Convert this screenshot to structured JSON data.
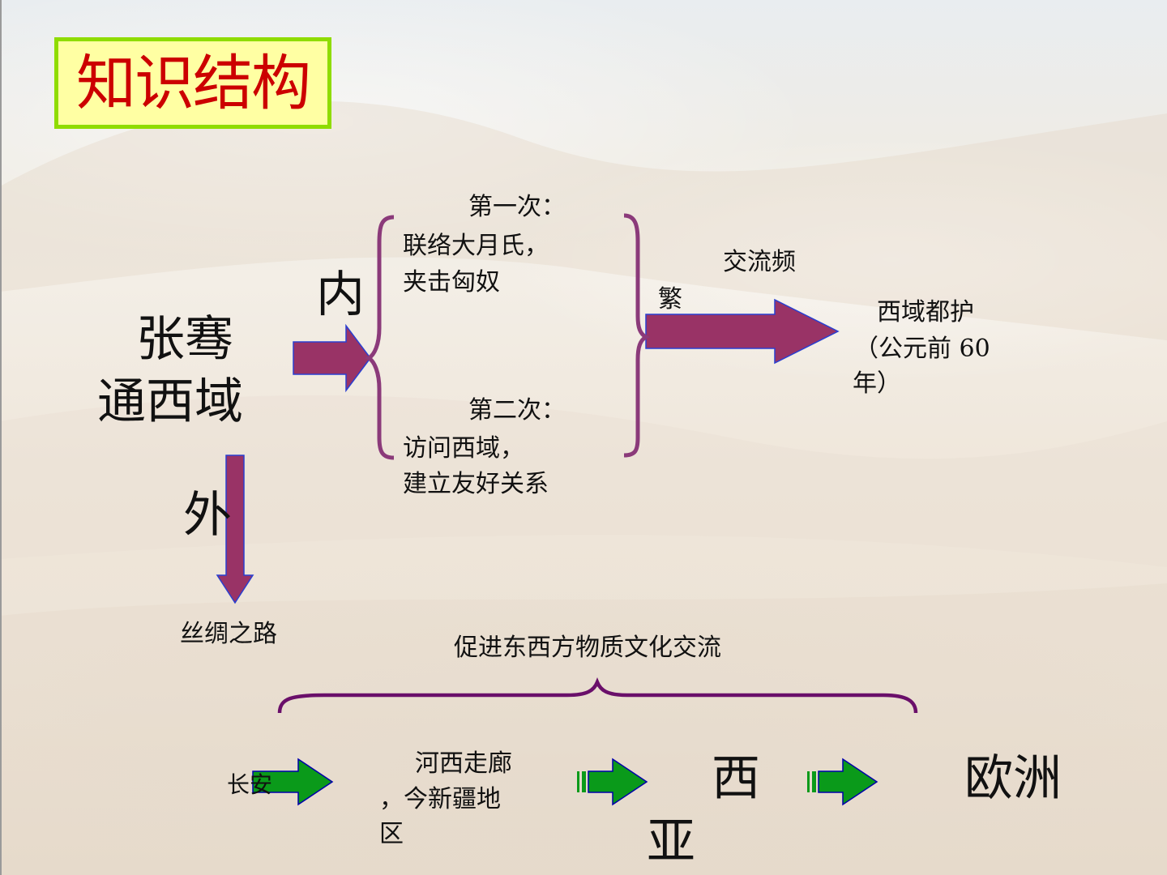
{
  "title": "知识结构",
  "center": {
    "line1": "张骞",
    "line2": "通西域"
  },
  "branches": {
    "inner": "内",
    "outer": "外"
  },
  "first_trip": {
    "label": "第一次：",
    "line1": "联络大月氏，",
    "line2": "夹击匈奴"
  },
  "second_trip": {
    "label": "第二次：",
    "line1": "访问西域，",
    "line2": "建立友好关系"
  },
  "exchange": {
    "line1": "交流频",
    "line2": "繁"
  },
  "protectorate": {
    "line1": "西域都护",
    "line2": "（公元前 60",
    "line3": "年）"
  },
  "silk_road": "丝绸之路",
  "promote": "促进东西方物质文化交流",
  "route": {
    "changan": "长安",
    "hexi": {
      "line1": "河西走廊",
      "line2": "，今新疆地",
      "line3": "区"
    },
    "west_asia": {
      "line1": "西",
      "line2": "亚"
    },
    "europe": "欧洲"
  },
  "colors": {
    "title_red": "#cc0000",
    "title_bg": "#ffffa3",
    "title_border": "#8fdc00",
    "arrow_purple": "#993366",
    "brace_purple": "#8b3a7a",
    "route_green": "#0a9a1a"
  }
}
